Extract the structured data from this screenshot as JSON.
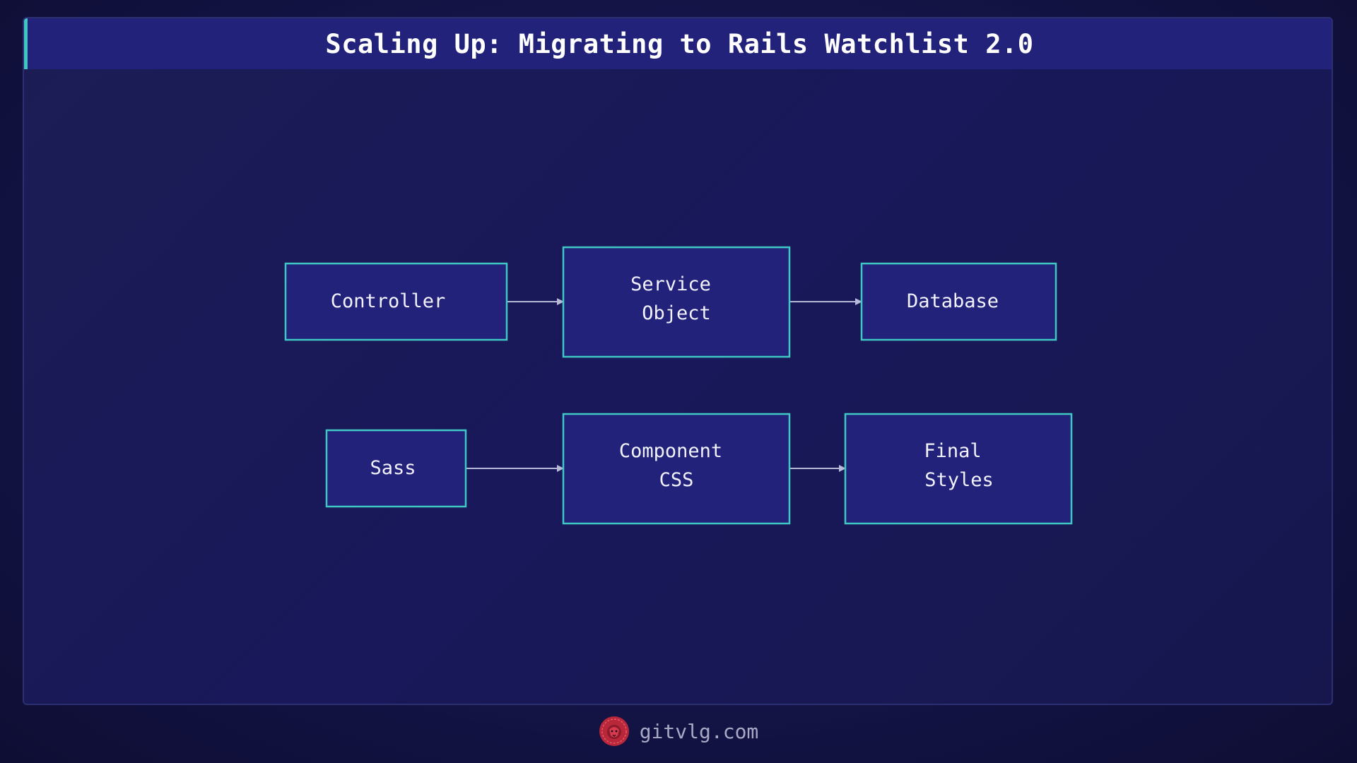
{
  "title": "Scaling Up: Migrating to Rails Watchlist 2.0",
  "diagram": {
    "rows": [
      {
        "nodes": [
          {
            "id": "controller",
            "lines": [
              "Controller"
            ]
          },
          {
            "id": "service-object",
            "lines": [
              "Service",
              "Object"
            ]
          },
          {
            "id": "database",
            "lines": [
              "Database"
            ]
          }
        ]
      },
      {
        "nodes": [
          {
            "id": "sass",
            "lines": [
              "Sass"
            ]
          },
          {
            "id": "component-css",
            "lines": [
              "Component",
              "CSS"
            ]
          },
          {
            "id": "final-styles",
            "lines": [
              "Final",
              "Styles"
            ]
          }
        ]
      }
    ],
    "edges": [
      {
        "from": "controller",
        "to": "service-object"
      },
      {
        "from": "service-object",
        "to": "database"
      },
      {
        "from": "sass",
        "to": "component-css"
      },
      {
        "from": "component-css",
        "to": "final-styles"
      }
    ]
  },
  "footer": {
    "logo_icon": "lion-head-icon",
    "site": "gitvlg.com"
  }
}
